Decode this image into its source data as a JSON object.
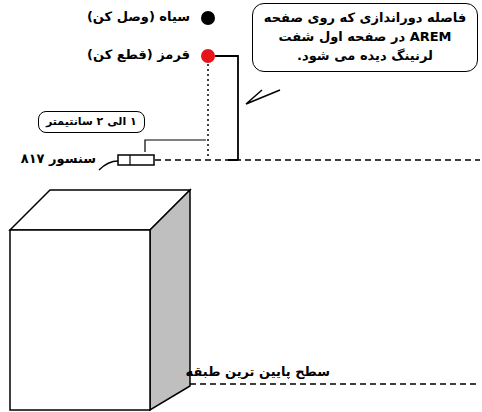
{
  "diagram": {
    "nodes": [
      {
        "text": [
          "فاصله دوراندازی که روی صفحه AREM در صفحه اول شفت لرنینگ دیده می شود."
        ]
      },
      {
        "text": [
          "۱ الی ۲ سانتیمتر"
        ]
      }
    ],
    "labels": [
      "سیاه (وصل کن)",
      "قرمز (قطع کن)",
      "سنسور ۸۱۷",
      "سطح پایین ترین طبقه"
    ]
  }
}
